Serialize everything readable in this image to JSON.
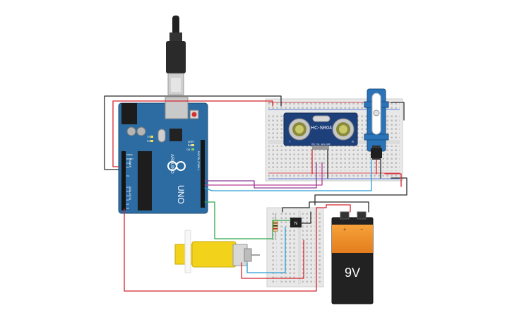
{
  "arduino": {
    "brand": "ARDUINO",
    "model": "UNO",
    "pin_header_digital": "DIGITAL (PWM~)",
    "pin_header_power": "POWER",
    "pin_header_analog": "ANALOG IN",
    "aref_label": "AREF",
    "gnd_label": "GND",
    "tx_label": "TX",
    "rx_label": "RX",
    "on_label": "ON",
    "l_label": "L",
    "ioref_label": "IOREF",
    "reset_label": "RESET",
    "v33_label": "3.3V",
    "v5_label": "5V",
    "vin_label": "Vin",
    "a0": "A0",
    "a1": "A1",
    "a2": "A2",
    "a3": "A3",
    "a4": "A4",
    "a5": "A5"
  },
  "sensor": {
    "label": "HC-SR04",
    "pin_vcc": "VCC",
    "pin_trig": "Trig",
    "pin_echo": "Echo",
    "pin_gnd": "GND",
    "mark_left": "T",
    "mark_right": "R"
  },
  "transistor": {
    "label": "N"
  },
  "battery": {
    "label": "9V",
    "plus": "+",
    "minus": "−"
  },
  "colors": {
    "wire_red": "#d4262e",
    "wire_black": "#2b2b2b",
    "wire_purple": "#8e3a97",
    "wire_magenta": "#b53c8f",
    "wire_cyan": "#2a9fd6",
    "wire_green": "#2fa84f",
    "board_blue": "#2d6ca2",
    "motor_yellow": "#f2d21b",
    "battery_orange": "#f0902a",
    "breadboard": "#e8e8e8"
  }
}
